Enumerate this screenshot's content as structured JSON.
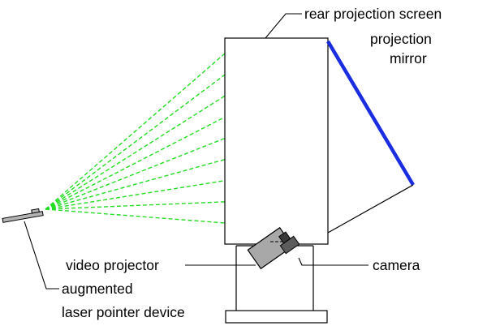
{
  "labels": {
    "screen": "rear projection screen",
    "mirror_line1": "projection",
    "mirror_line2": "mirror",
    "projector": "video projector",
    "camera": "camera",
    "device_line1": "augmented",
    "device_line2": "laser pointer device"
  },
  "colors": {
    "outline": "#000000",
    "mirror": "#1a2de0",
    "laser": "#22dd22",
    "projector_fill": "#a8a8a8",
    "camera_fill": "#5c5c5c",
    "camera_cap": "#3a3a3a",
    "pointer_fill": "#b4b4b4"
  }
}
